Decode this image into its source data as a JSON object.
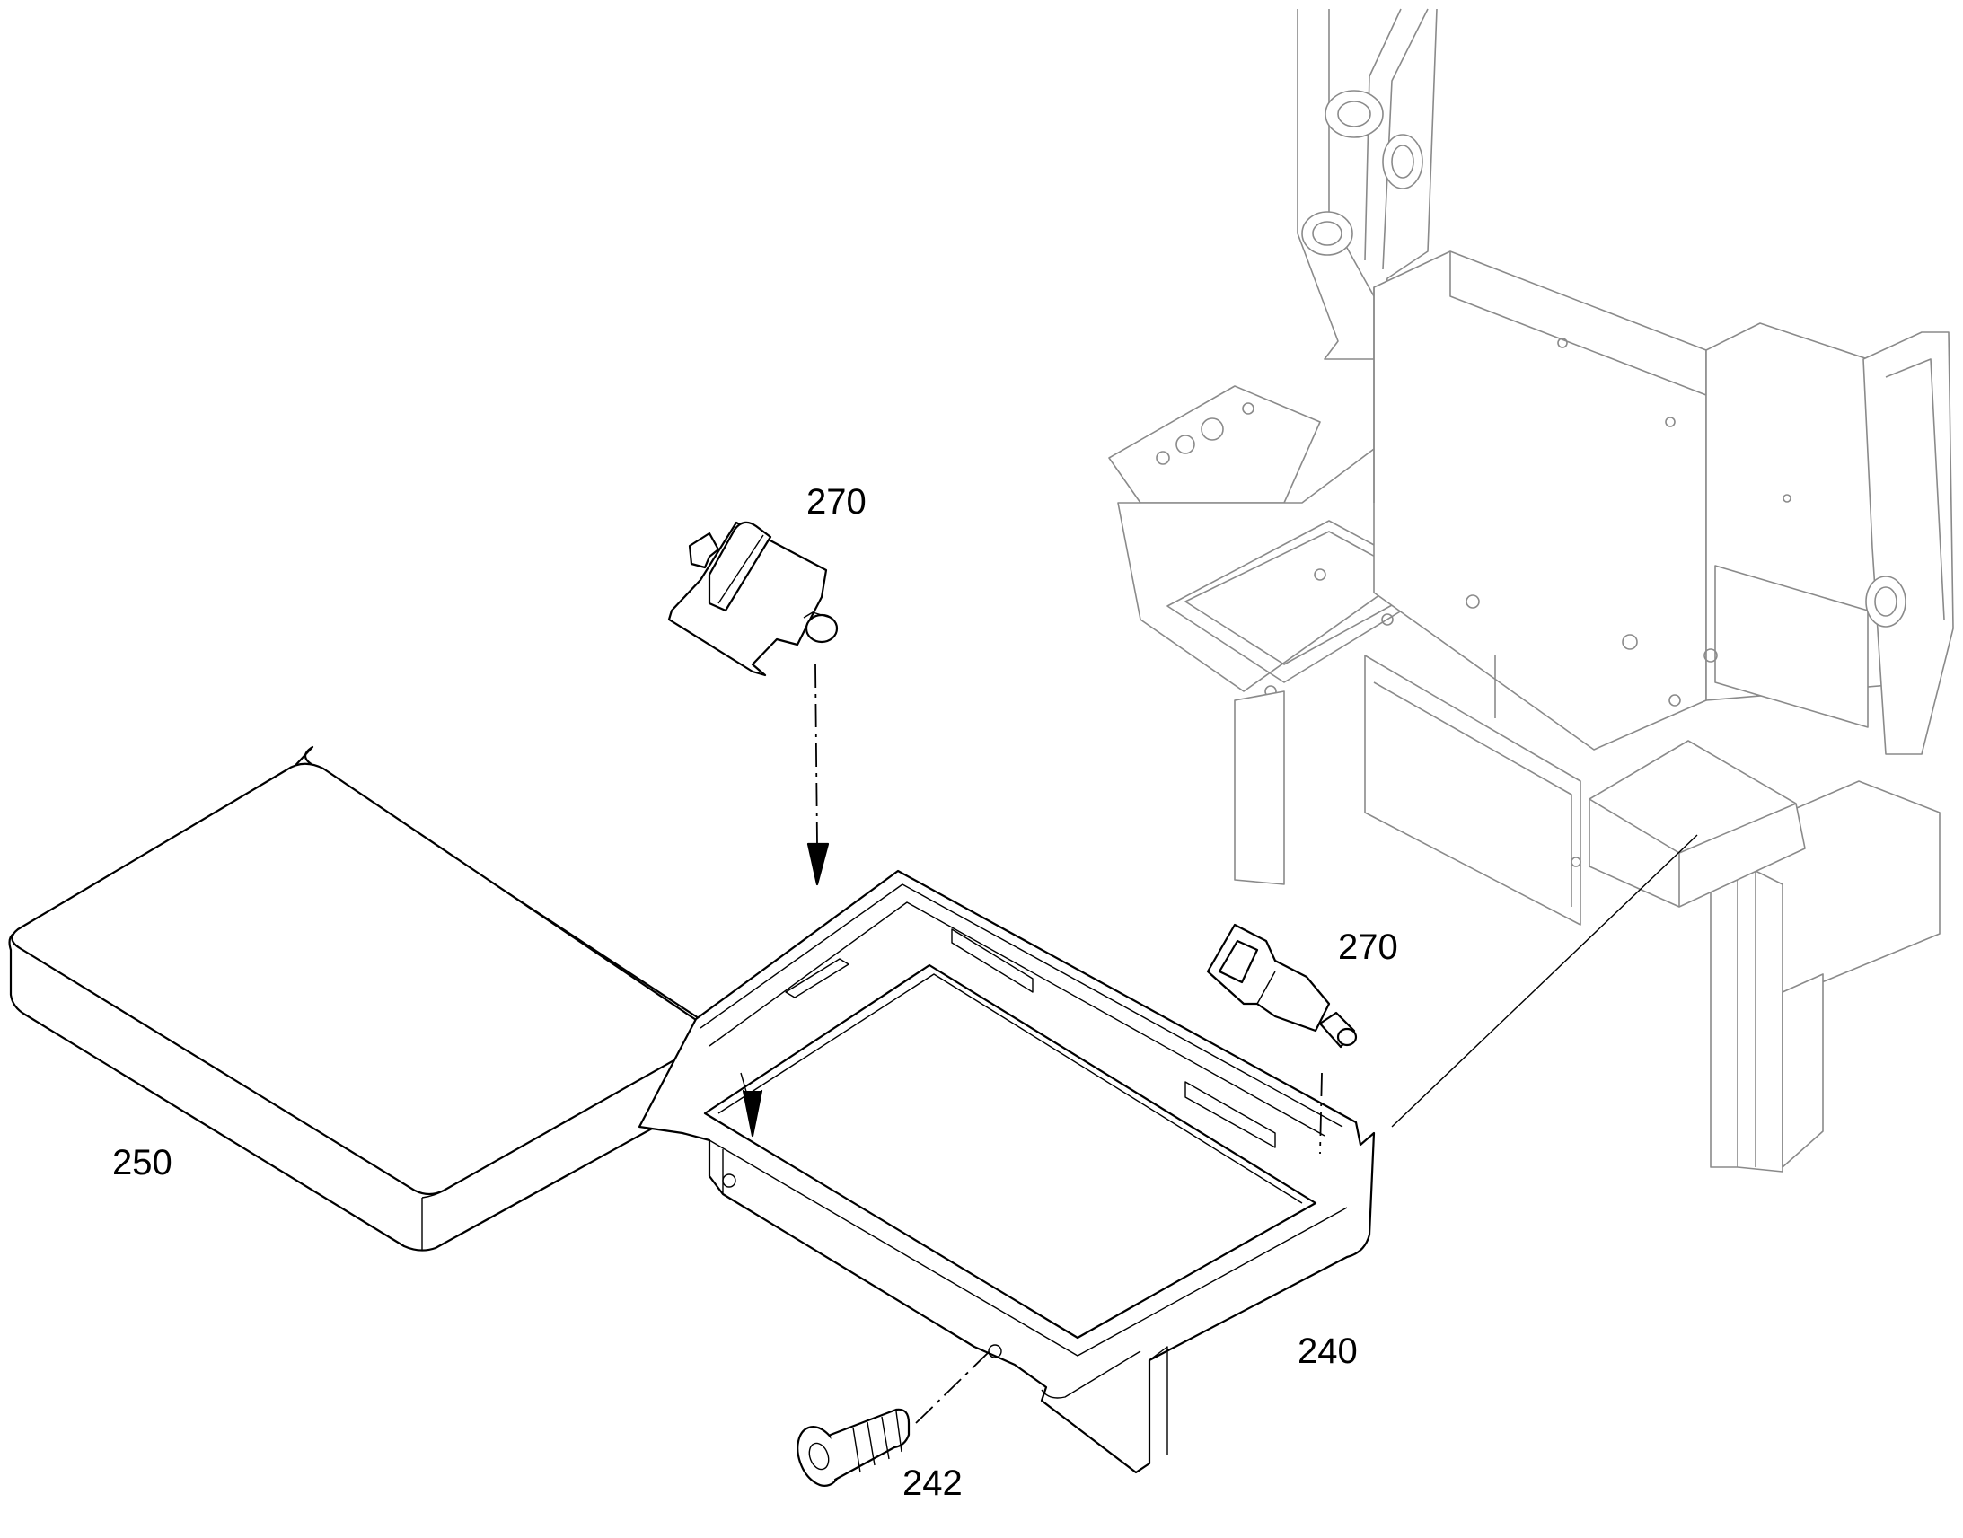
{
  "labels": {
    "seat_cushion": "250",
    "seat_frame": "240",
    "fastener": "242",
    "latch_upper": "270",
    "latch_right": "270"
  },
  "colors": {
    "line": "#000000",
    "background_structure": "#8a8a8a",
    "background": "#ffffff"
  }
}
